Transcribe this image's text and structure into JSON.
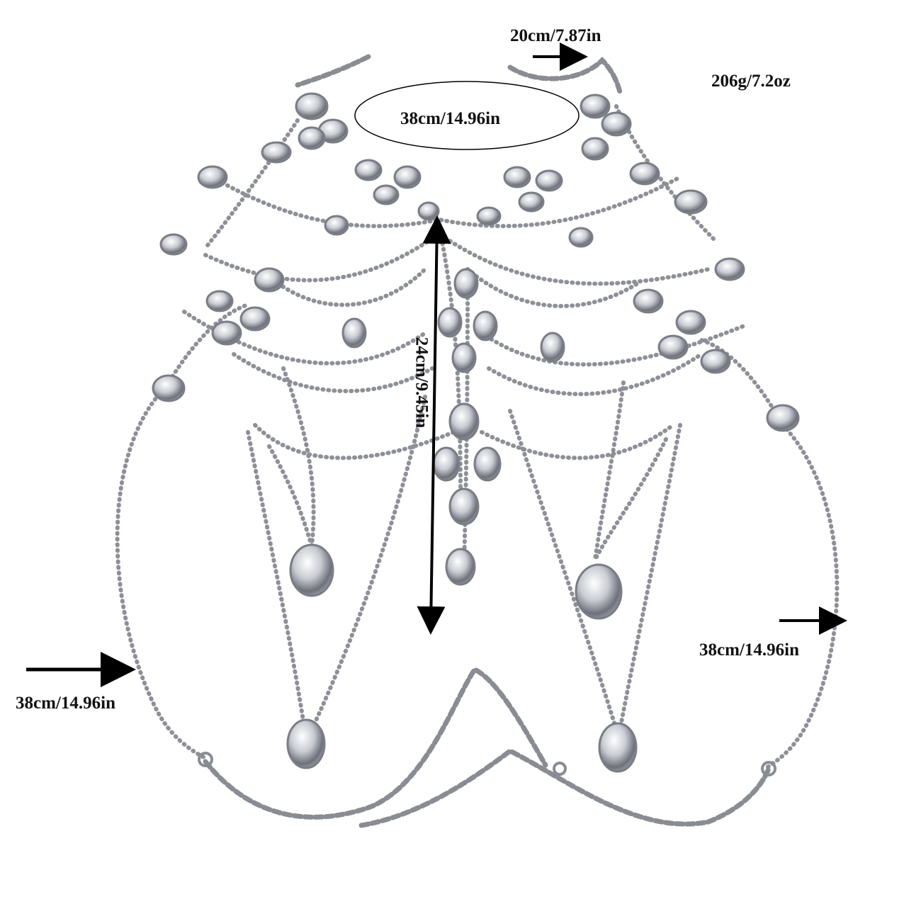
{
  "measurements": {
    "top_chain": "20cm/7.87in",
    "weight": "206g/7.2oz",
    "neck": "38cm/14.96in",
    "length": "24cm/9.45in",
    "right_strap": "38cm/14.96in",
    "left_strap": "38cm/14.96in"
  },
  "colors": {
    "background": "#ffffff",
    "label_text": "#111111",
    "arrow": "#000000",
    "metal": "#9a9aa2",
    "crystal": "#d9dde3"
  }
}
